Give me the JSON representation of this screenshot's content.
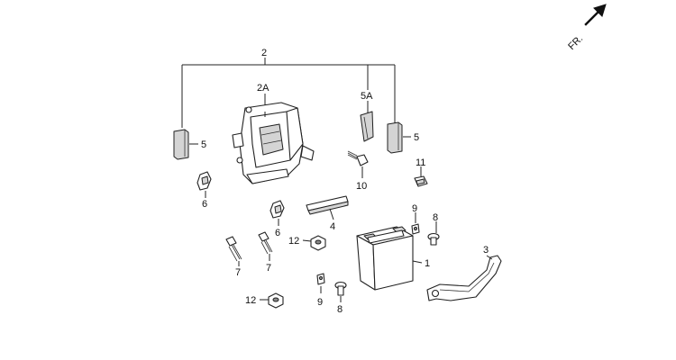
{
  "colors": {
    "line": "#222222",
    "fill": "#ffffff",
    "shade": "#d4d4d4",
    "dark": "#8a8a8a"
  },
  "direction": {
    "label": "FR.",
    "icon": "front-arrow-icon"
  },
  "callouts": {
    "battery": "1",
    "battery_box_assy": "2",
    "battery_box": "2A",
    "battery_band": "3",
    "rubber_strip": "4",
    "pad_left": "5",
    "pad_right": "5",
    "pad_sheet": "5A",
    "grommet_left": "6",
    "grommet_center": "6",
    "bolt_left": "7",
    "bolt_center": "7",
    "screw_right": "8",
    "screw_bottom": "8",
    "washer_right": "9",
    "washer_bottom": "9",
    "bolt_box": "10",
    "clip_nut": "11",
    "nut_upper": "12",
    "nut_lower": "12"
  }
}
